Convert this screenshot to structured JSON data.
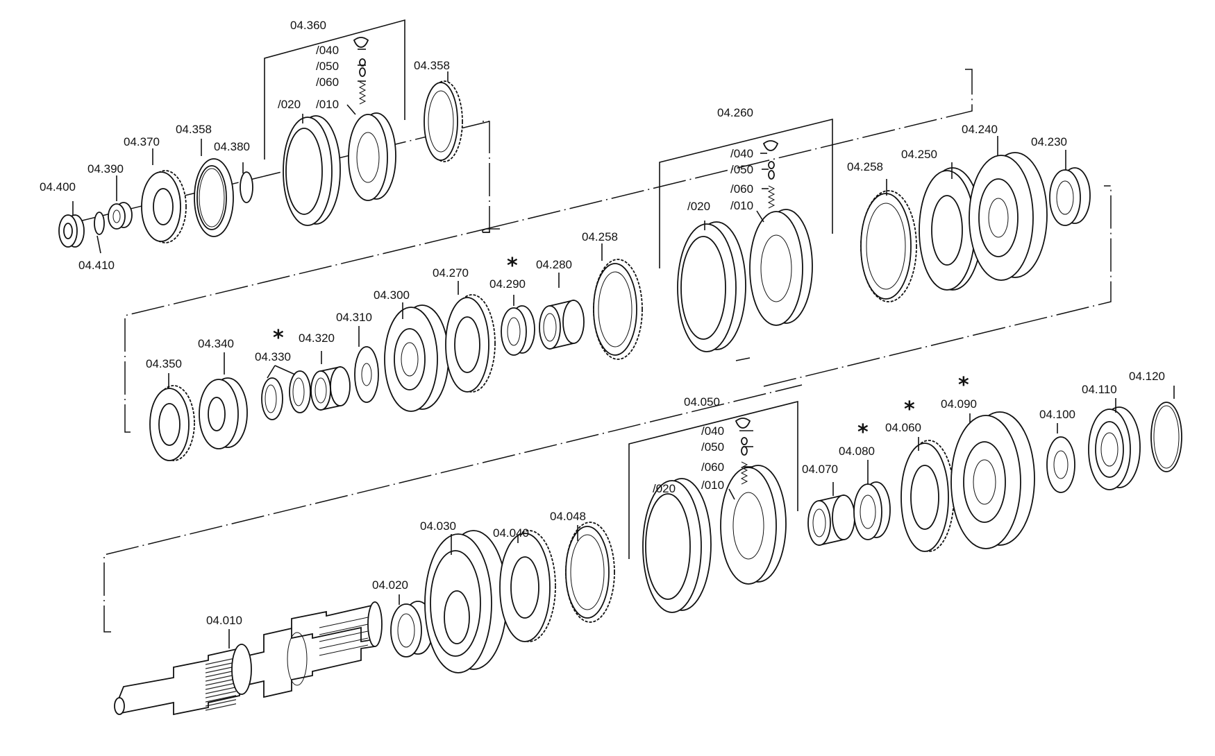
{
  "labels": [
    {
      "id": "04.360",
      "text": "04.360"
    },
    {
      "id": "s1_040",
      "text": "/040"
    },
    {
      "id": "s1_050",
      "text": "/050"
    },
    {
      "id": "s1_060",
      "text": "/060"
    },
    {
      "id": "s1_020",
      "text": "/020"
    },
    {
      "id": "s1_010",
      "text": "/010"
    },
    {
      "id": "04.358a",
      "text": "04.358"
    },
    {
      "id": "04.358b",
      "text": "04.358"
    },
    {
      "id": "04.370",
      "text": "04.370"
    },
    {
      "id": "04.380",
      "text": "04.380"
    },
    {
      "id": "04.390",
      "text": "04.390"
    },
    {
      "id": "04.400",
      "text": "04.400"
    },
    {
      "id": "04.410",
      "text": "04.410"
    },
    {
      "id": "04.260",
      "text": "04.260"
    },
    {
      "id": "s2_040",
      "text": "/040"
    },
    {
      "id": "s2_050",
      "text": "/050"
    },
    {
      "id": "s2_060",
      "text": "/060"
    },
    {
      "id": "s2_010",
      "text": "/010"
    },
    {
      "id": "s2_020",
      "text": "/020"
    },
    {
      "id": "04.258a",
      "text": "04.258"
    },
    {
      "id": "04.250",
      "text": "04.250"
    },
    {
      "id": "04.240",
      "text": "04.240"
    },
    {
      "id": "04.230",
      "text": "04.230"
    },
    {
      "id": "04.258b",
      "text": "04.258"
    },
    {
      "id": "04.280",
      "text": "04.280"
    },
    {
      "id": "04.290",
      "text": "04.290"
    },
    {
      "id": "04.270",
      "text": "04.270"
    },
    {
      "id": "04.300",
      "text": "04.300"
    },
    {
      "id": "04.310",
      "text": "04.310"
    },
    {
      "id": "04.320",
      "text": "04.320"
    },
    {
      "id": "04.330",
      "text": "04.330"
    },
    {
      "id": "04.340",
      "text": "04.340"
    },
    {
      "id": "04.350",
      "text": "04.350"
    },
    {
      "id": "04.050",
      "text": "04.050"
    },
    {
      "id": "s3_040",
      "text": "/040"
    },
    {
      "id": "s3_050",
      "text": "/050"
    },
    {
      "id": "s3_060",
      "text": "/060"
    },
    {
      "id": "s3_020",
      "text": "/020"
    },
    {
      "id": "s3_010",
      "text": "/010"
    },
    {
      "id": "04.070",
      "text": "04.070"
    },
    {
      "id": "04.080",
      "text": "04.080"
    },
    {
      "id": "04.060",
      "text": "04.060"
    },
    {
      "id": "04.090",
      "text": "04.090"
    },
    {
      "id": "04.100",
      "text": "04.100"
    },
    {
      "id": "04.110",
      "text": "04.110"
    },
    {
      "id": "04.120",
      "text": "04.120"
    },
    {
      "id": "04.030",
      "text": "04.030"
    },
    {
      "id": "04.040",
      "text": "04.040"
    },
    {
      "id": "04.048",
      "text": "04.048"
    },
    {
      "id": "04.020",
      "text": "04.020"
    },
    {
      "id": "04.010",
      "text": "04.010"
    }
  ],
  "markers": {
    "asterisk": "*"
  }
}
